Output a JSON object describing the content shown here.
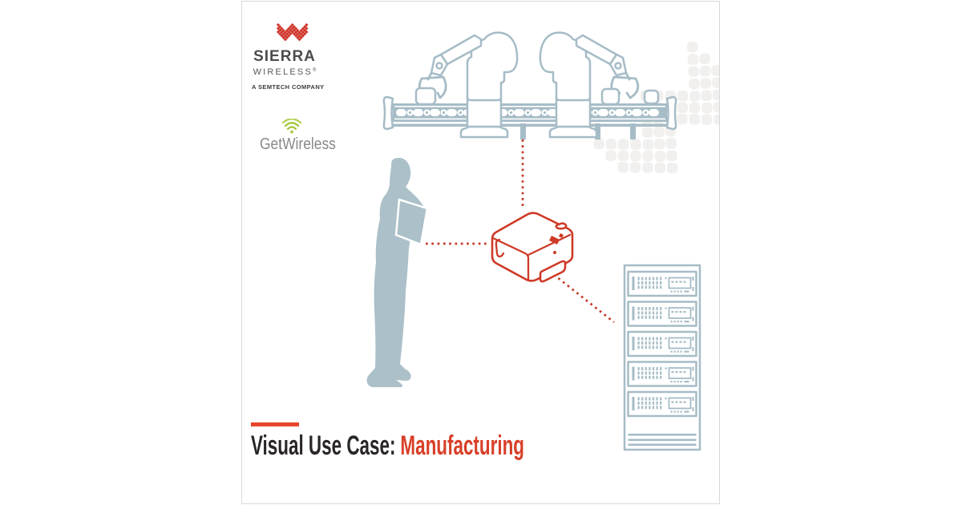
{
  "branding": {
    "sierra": {
      "word1": "SIERRA",
      "word2": "WIRELESS",
      "registered": "®",
      "tagline": "A SEMTECH COMPANY",
      "mark_icon": "sierra-diamond-weave-mark"
    },
    "getwireless": {
      "name": "GetWireless",
      "mark_icon": "wifi-signal-arcs-icon"
    }
  },
  "title": {
    "prefix": "Visual Use Case:",
    "highlight": "Manufacturing"
  },
  "scene": {
    "description": "Industrial IoT use-case diagram: factory robots and conveyor linked wirelessly through a gateway to a technician with a laptop and a server rack",
    "elements": [
      "robot-arm-left",
      "robot-arm-right",
      "conveyor-belt",
      "conveyor-boxes",
      "technician-silhouette",
      "laptop",
      "iot-gateway-device",
      "server-rack",
      "dotted-wireless-links",
      "diamond-watermark-pattern"
    ],
    "links": [
      {
        "from": "conveyor-belt",
        "to": "iot-gateway-device",
        "style": "dotted"
      },
      {
        "from": "technician-silhouette",
        "to": "iot-gateway-device",
        "style": "dotted"
      },
      {
        "from": "iot-gateway-device",
        "to": "server-rack",
        "style": "dotted"
      }
    ],
    "rack_units": 5,
    "conveyor_boxes": 3
  },
  "colors": {
    "cardborder": "#d8d8d8",
    "lineart": "#a6bcc6",
    "sil": "#abc0c9",
    "dred": "#ce3a27",
    "dotred": "#c23a28",
    "logored": "#cf3227",
    "titlered": "#d83f28",
    "barred": "#e8452e",
    "green": "#a8c83c",
    "wm": "#f1f0ee",
    "tdark": "#2a2627",
    "sgray": "#4c4c4e",
    "gwgray": "#87898c"
  }
}
